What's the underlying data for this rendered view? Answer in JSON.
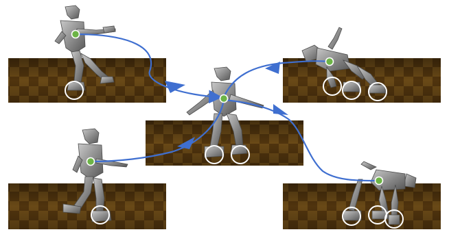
{
  "colors": {
    "background": "#ffffff",
    "floor_dark": "#3b2407",
    "floor_light": "#8a6220",
    "floor_mid": "#6b4713",
    "robot_body": "#8e8e8e",
    "robot_shadow": "#5c5c5c",
    "robot_highlight": "#c4c4c4",
    "com_marker": "#6cb446",
    "contact_circle": "#ffffff",
    "transition_arrow": "#3f6fd0"
  },
  "panels": [
    {
      "id": "standing-reach-back",
      "pose": "lean-back-reach",
      "contacts": 1,
      "position": "top-left"
    },
    {
      "id": "source-pose",
      "pose": "standing-base",
      "contacts": 2,
      "position": "center"
    },
    {
      "id": "crawl-low",
      "pose": "prone-crawl",
      "contacts": 3,
      "position": "top-right"
    },
    {
      "id": "walk-step",
      "pose": "single-leg-step",
      "contacts": 1,
      "position": "bottom-left"
    },
    {
      "id": "bent-over-support",
      "pose": "bent-over-hand-support",
      "contacts": 3,
      "position": "bottom-right"
    }
  ],
  "transitions": [
    {
      "from": "standing-reach-back",
      "to": "source-pose"
    },
    {
      "from": "source-pose",
      "to": "crawl-low"
    },
    {
      "from": "source-pose",
      "to": "walk-step"
    },
    {
      "from": "source-pose",
      "to": "bent-over-support"
    }
  ],
  "icons": {
    "com_marker": "center-of-mass-dot-icon",
    "contact": "foot-contact-circle-icon",
    "arrow": "transition-arrow-icon"
  }
}
